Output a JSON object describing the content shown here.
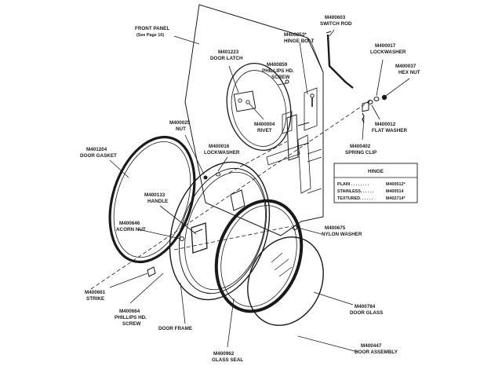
{
  "labels": {
    "front_panel": "FRONT PANEL",
    "front_panel_note": "(See Page 10)",
    "switch_rod_num": "M400603",
    "switch_rod": "SWITCH ROD",
    "hinge_bolt_num": "M400853*",
    "hinge_bolt": "HINGE BOLT",
    "lockwasher_num": "M400017",
    "lockwasher": "LOCKWASHER",
    "hex_nut_num": "M400037",
    "hex_nut": "HEX NUT",
    "door_latch_num": "M401223",
    "door_latch": "DOOR LATCH",
    "phillips_screw_num": "M400859",
    "phillips_screw_1": "PHILLIPS HD.",
    "phillips_screw_2": "SCREW",
    "flat_washer_num": "M400012",
    "flat_washer": "FLAT WASHER",
    "rivet_num": "M400004",
    "rivet": "RIVET",
    "nut_num": "M400025",
    "nut": "NUT",
    "spring_clip_num": "M400402",
    "spring_clip": "SPRING CLIP",
    "door_gasket_num": "M401204",
    "door_gasket": "DOOR GASKET",
    "lockwasher2_num": "M400016",
    "lockwasher2": "LOCKWASHER",
    "handle_num": "M400133",
    "handle": "HANDLE",
    "acorn_nut_num": "M400646",
    "acorn_nut": "ACORN NUT",
    "nylon_washer_num": "M400675",
    "nylon_washer": "NYLON WASHER",
    "strike_num": "M400661",
    "strike": "STRIKE",
    "phillips_screw2_num": "M400664",
    "phillips_screw2_1": "PHILLIPS HD.",
    "phillips_screw2_2": "SCREW",
    "door_frame": "DOOR FRAME",
    "door_glass_num": "M400784",
    "door_glass": "DOOR GLASS",
    "glass_seal_num": "M400962",
    "glass_seal": "GLASS SEAL",
    "door_assembly_num": "M400447",
    "door_assembly": "DOOR ASSEMBLY"
  },
  "hinge_table": {
    "title": "HINGE",
    "rows": [
      {
        "label": "PLAIN . . . . . . . .",
        "value": "M400512*"
      },
      {
        "label": "STAINLESS. . . . . .",
        "value": "M400514"
      },
      {
        "label": "TEXTURED. . . . . .",
        "value": "M402714*"
      }
    ]
  }
}
